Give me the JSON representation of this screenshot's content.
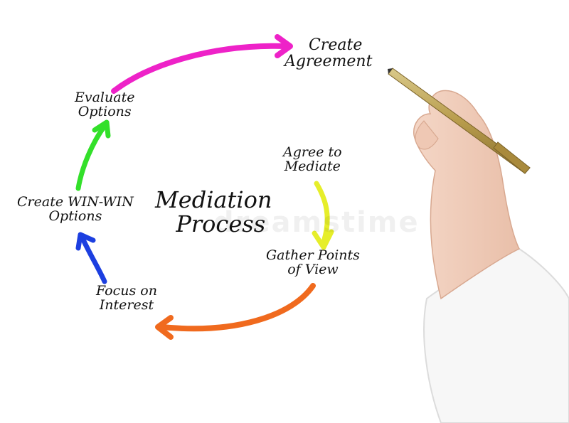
{
  "diagram": {
    "title": {
      "line1": "Mediation",
      "line2": "Process"
    },
    "steps": [
      {
        "line1": "Agree to",
        "line2": "Mediate"
      },
      {
        "line1": "Gather Points",
        "line2": "of View"
      },
      {
        "line1": "Focus on",
        "line2": "Interest"
      },
      {
        "line1": "Create WIN-WIN",
        "line2": "Options"
      },
      {
        "line1": "Evaluate",
        "line2": "Options"
      },
      {
        "line1": "Create",
        "line2": "Agreement"
      }
    ],
    "arrow_colors": {
      "agree_to_gather": "#e6ee2a",
      "gather_to_focus": "#f06a1e",
      "focus_to_create": "#1c3fe0",
      "create_to_evaluate": "#33e02a",
      "evaluate_to_agreement": "#ee22c8"
    }
  },
  "watermark": "dreamstime"
}
